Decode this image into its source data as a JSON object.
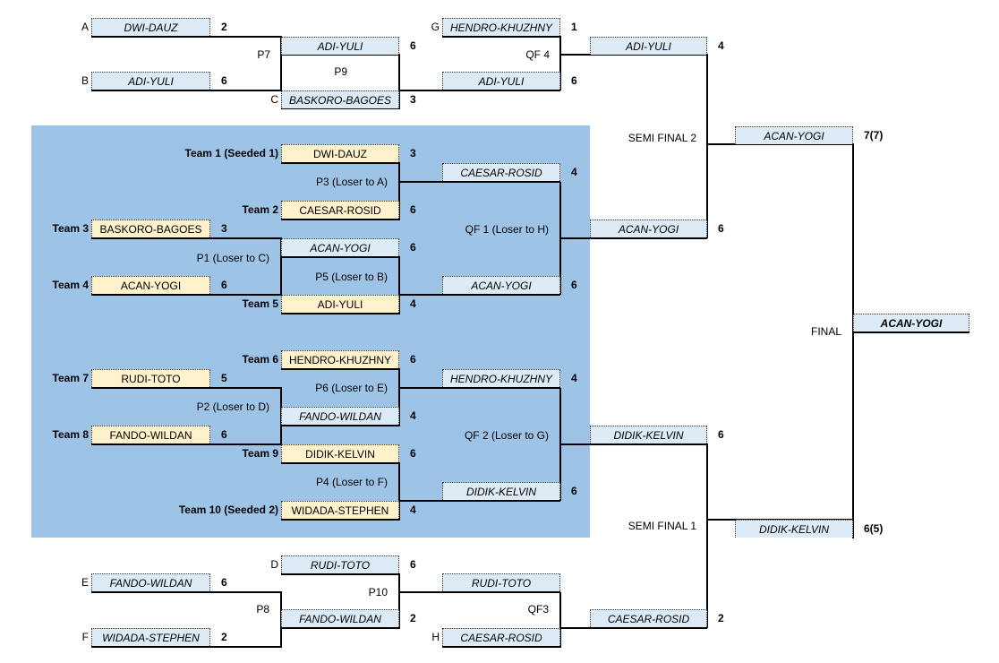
{
  "slots": [
    {
      "label": "A",
      "team": "DWI-DAUZ",
      "score": "2"
    },
    {
      "label": "B",
      "team": "ADI-YULI",
      "score": "6"
    },
    {
      "label": "",
      "team": "ADI-YULI",
      "score": "6"
    },
    {
      "label": "C",
      "team": "BASKORO-BAGOES",
      "score": "3"
    },
    {
      "label": "G",
      "team": "HENDRO-KHUZHNY",
      "score": "1"
    },
    {
      "label": "",
      "team": "ADI-YULI",
      "score": "6"
    },
    {
      "label": "",
      "team": "ADI-YULI",
      "score": "4"
    },
    {
      "label": "",
      "team": "ACAN-YOGI",
      "score": "7(7)"
    },
    {
      "label": "Team 1 (Seeded 1)",
      "team": "DWI-DAUZ",
      "score": "3"
    },
    {
      "label": "Team 2",
      "team": "CAESAR-ROSID",
      "score": "6"
    },
    {
      "label": "",
      "team": "CAESAR-ROSID",
      "score": "4"
    },
    {
      "label": "Team 3",
      "team": "BASKORO-BAGOES",
      "score": "3"
    },
    {
      "label": "",
      "team": "ACAN-YOGI",
      "score": "6"
    },
    {
      "label": "Team 4",
      "team": "ACAN-YOGI",
      "score": "6"
    },
    {
      "label": "",
      "team": "ACAN-YOGI",
      "score": "6"
    },
    {
      "label": "Team 5",
      "team": "ADI-YULI",
      "score": "4"
    },
    {
      "label": "",
      "team": "ACAN-YOGI",
      "score": "6"
    },
    {
      "label": "Team 6",
      "team": "HENDRO-KHUZHNY",
      "score": "6"
    },
    {
      "label": "Team 7",
      "team": "RUDI-TOTO",
      "score": "5"
    },
    {
      "label": "",
      "team": "HENDRO-KHUZHNY",
      "score": "4"
    },
    {
      "label": "",
      "team": "FANDO-WILDAN",
      "score": "4"
    },
    {
      "label": "Team 8",
      "team": "FANDO-WILDAN",
      "score": "6"
    },
    {
      "label": "",
      "team": "DIDIK-KELVIN",
      "score": "6"
    },
    {
      "label": "Team 9",
      "team": "DIDIK-KELVIN",
      "score": "6"
    },
    {
      "label": "",
      "team": "DIDIK-KELVIN",
      "score": "6"
    },
    {
      "label": "Team 10 (Seeded 2)",
      "team": "WIDADA-STEPHEN",
      "score": "4"
    },
    {
      "label": "",
      "team": "ACAN-YOGI",
      "score": ""
    },
    {
      "label": "",
      "team": "DIDIK-KELVIN",
      "score": "6(5)"
    },
    {
      "label": "D",
      "team": "RUDI-TOTO",
      "score": "6"
    },
    {
      "label": "E",
      "team": "FANDO-WILDAN",
      "score": "6"
    },
    {
      "label": "",
      "team": "RUDI-TOTO",
      "score": ""
    },
    {
      "label": "",
      "team": "FANDO-WILDAN",
      "score": "2"
    },
    {
      "label": "",
      "team": "CAESAR-ROSID",
      "score": "2"
    },
    {
      "label": "F",
      "team": "WIDADA-STEPHEN",
      "score": "2"
    },
    {
      "label": "H",
      "team": "CAESAR-ROSID",
      "score": ""
    }
  ],
  "matches": [
    "P7",
    "P9",
    "QF 4",
    "SEMI FINAL 2",
    "P3 (Loser to A)",
    "QF 1 (Loser to H)",
    "P1 (Loser to C)",
    "P5 (Loser to B)",
    "P6 (Loser to E)",
    "P2 (Loser to D)",
    "QF 2 (Loser to G)",
    "P4 (Loser to F)",
    "SEMI FINAL 1",
    "FINAL",
    "P10",
    "P8",
    "QF3"
  ],
  "colors": {
    "region": "#9dc3e6",
    "seed_box": "#fff2cc",
    "result_box": "#ddebf7"
  }
}
